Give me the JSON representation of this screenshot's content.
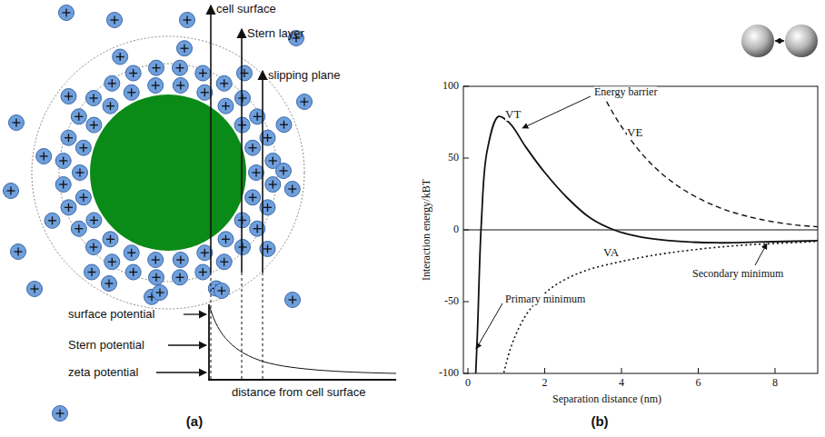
{
  "diagram": {
    "labels": [
      "cell surface",
      "Stern layer",
      "slipping plane",
      "surface potential",
      "Stern potential",
      "zeta potential",
      "distance from cell surface",
      "(a)",
      "100",
      "50",
      "0",
      "-50",
      "-100",
      "0",
      "2",
      "4",
      "6",
      "8",
      "Interaction energy/kBT",
      "Separation distance (nm)",
      "VE",
      "VT",
      "Energy barrier",
      "Secondary minimum",
      "Primary minimum",
      "VA",
      "(b)"
    ]
  }
}
